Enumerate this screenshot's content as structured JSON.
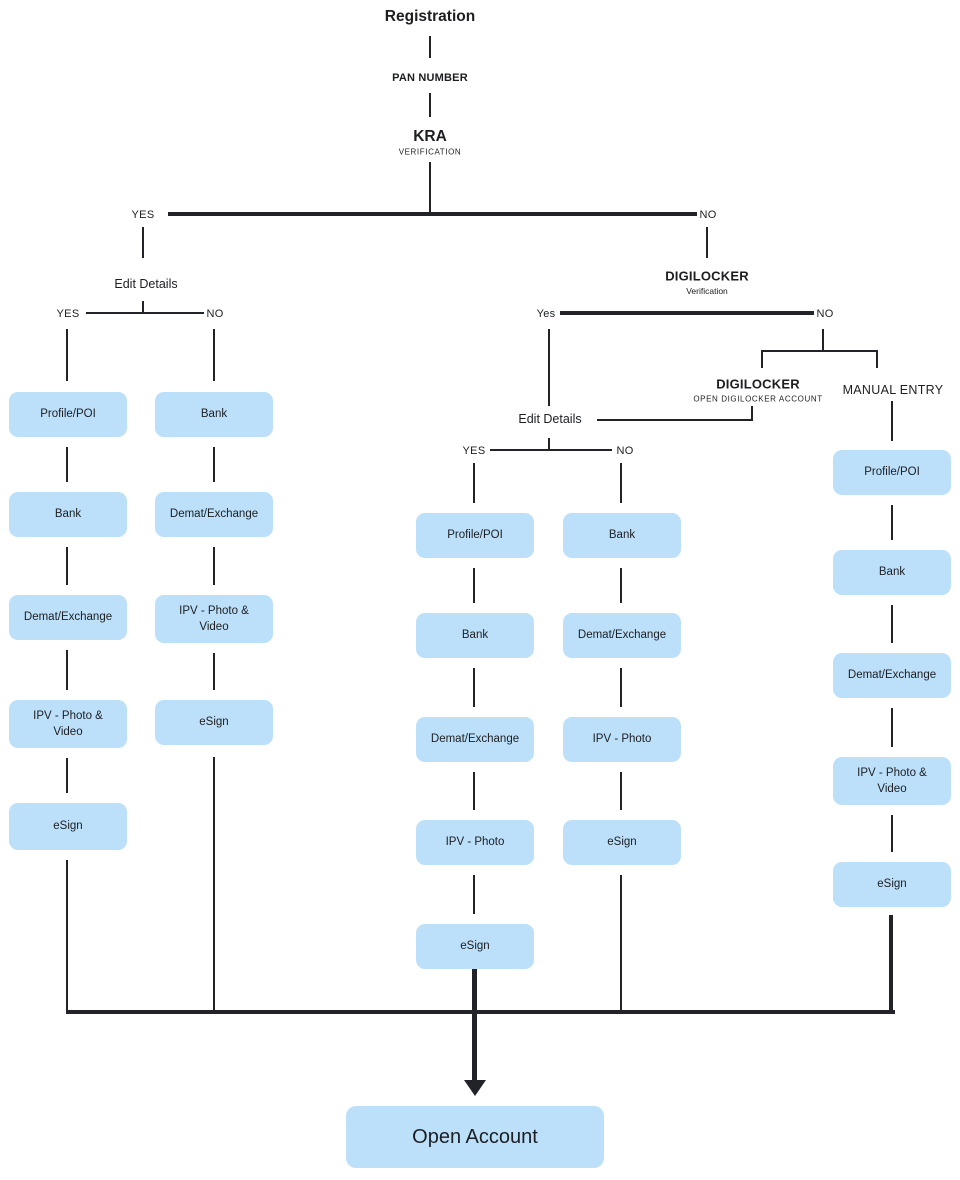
{
  "colors": {
    "node_fill": "#BCE0FA",
    "line": "#212328",
    "text": "#1C1E22"
  },
  "header": {
    "title": "Registration",
    "pan": "PAN NUMBER",
    "kra_title": "KRA",
    "kra_subtitle": "VERIFICATION",
    "yes": "YES",
    "no": "NO"
  },
  "kra_yes": {
    "edit_details": "Edit Details",
    "yes": "YES",
    "no": "NO",
    "yes_steps": [
      "Profile/POI",
      "Bank",
      "Demat/Exchange",
      "IPV - Photo & Video",
      "eSign"
    ],
    "no_steps": [
      "Bank",
      "Demat/Exchange",
      "IPV - Photo & Video",
      "eSign"
    ]
  },
  "digilocker": {
    "title": "DIGILOCKER",
    "subtitle": "Verification",
    "yes": "Yes",
    "no": "NO",
    "edit_details": "Edit Details",
    "edit_yes": "YES",
    "edit_no": "NO",
    "edit_yes_steps": [
      "Profile/POI",
      "Bank",
      "Demat/Exchange",
      "IPV - Photo",
      "eSign"
    ],
    "edit_no_steps": [
      "Bank",
      "Demat/Exchange",
      "IPV - Photo",
      "eSign"
    ],
    "open_account": {
      "title": "DIGILOCKER",
      "subtitle": "OPEN DIGILOCKER ACCOUNT"
    },
    "manual": {
      "label": "MANUAL ENTRY",
      "steps": [
        "Profile/POI",
        "Bank",
        "Demat/Exchange",
        "IPV - Photo & Video",
        "eSign"
      ]
    }
  },
  "footer": {
    "open_account": "Open Account"
  }
}
